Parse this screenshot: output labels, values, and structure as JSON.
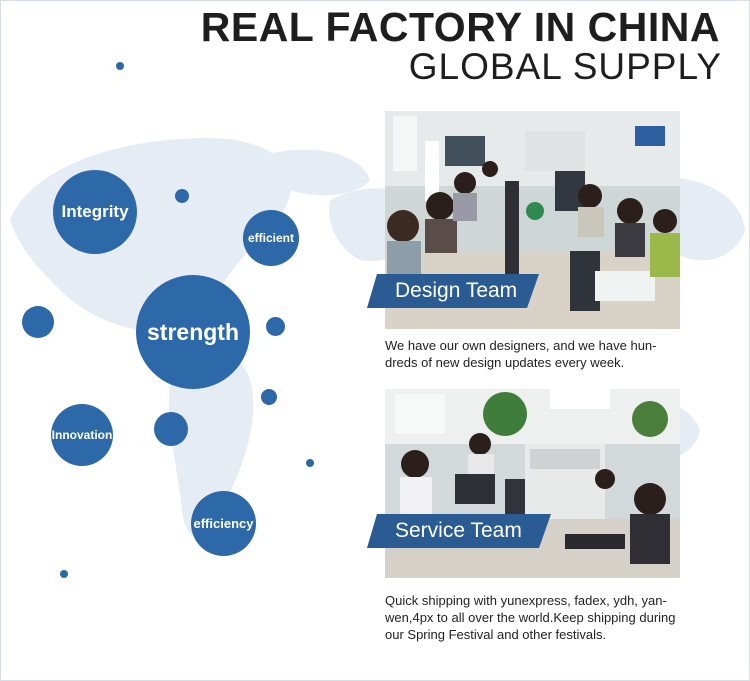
{
  "header": {
    "title_line1": "REAL FACTORY IN CHINA",
    "title_line2": "GLOBAL SUPPLY"
  },
  "bubbles": {
    "integrity": "Integrity",
    "efficient": "efficient",
    "strength": "strength",
    "innovation": "Innovation",
    "efficiency": "efficiency"
  },
  "design": {
    "banner": "Design Team",
    "line1": "We have our own designers, and we have hun-",
    "line2": "dreds of new design updates every week."
  },
  "service": {
    "banner": "Service Team",
    "line1": "Quick shipping with yunexpress, fadex, ydh, yan-",
    "line2": "wen,4px to all over the world.Keep shipping during",
    "line3": "our Spring Festival and other festivals."
  },
  "colors": {
    "brand_blue": "#2d68a8",
    "banner_blue": "#2a5b93"
  }
}
